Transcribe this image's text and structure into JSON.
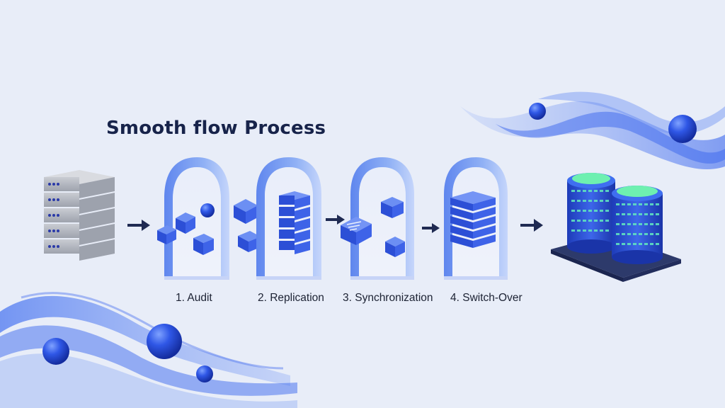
{
  "title": "Smooth flow Process",
  "steps": [
    {
      "label": "1. Audit"
    },
    {
      "label": "2. Replication"
    },
    {
      "label": "3. Synchronization"
    },
    {
      "label": "4. Switch-Over"
    }
  ],
  "icons": {
    "source": "server-stack-icon",
    "target": "database-cylinders-icon",
    "arrow": "arrow-right-icon"
  },
  "colors": {
    "background": "#e8edf8",
    "primary_blue": "#3b63e0",
    "arch_blue": "#7ea2f0",
    "dark_navy": "#1f2a52",
    "db_top_green": "#6ef0b0",
    "server_gray": "#a9adb6"
  }
}
